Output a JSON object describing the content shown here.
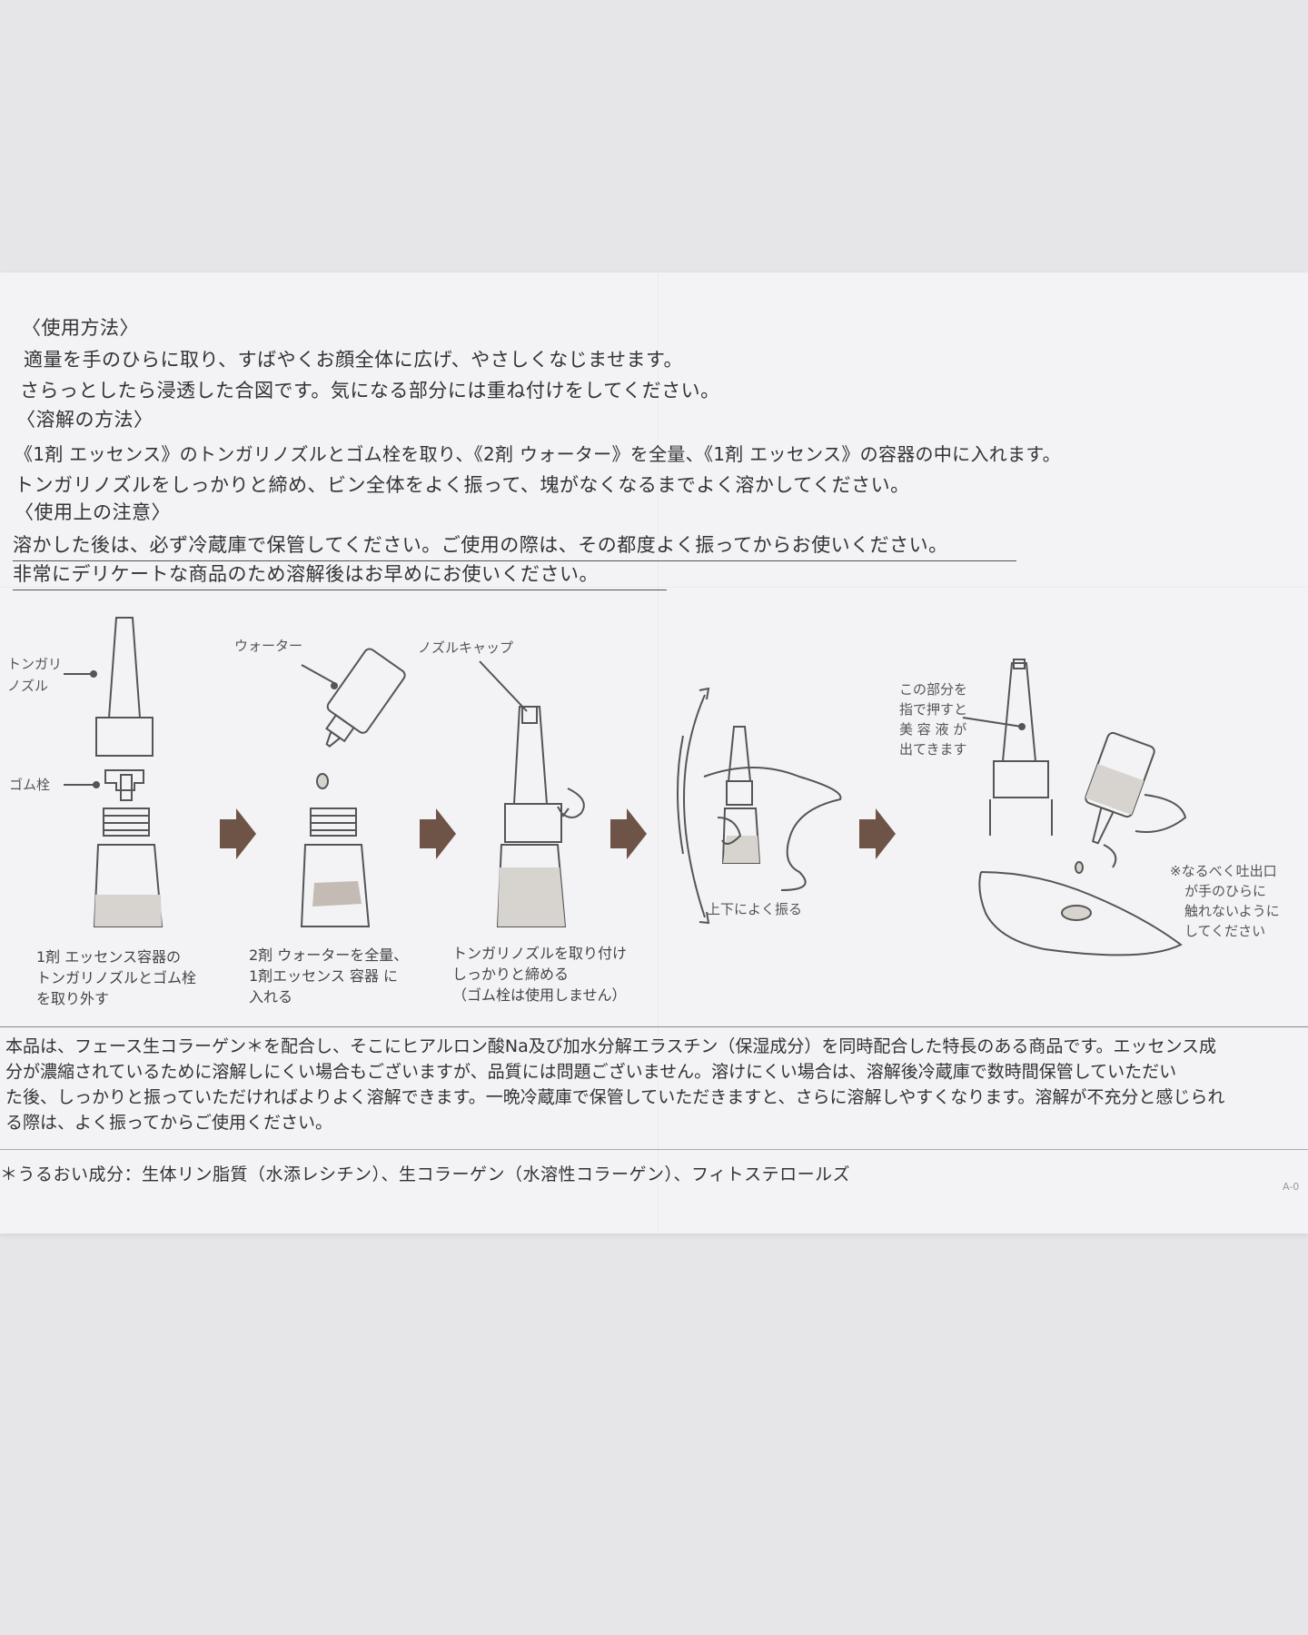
{
  "usage": {
    "heading": "〈使用方法〉",
    "line1": "適量を手のひらに取り、すばやくお顔全体に広げ、やさしくなじませます。",
    "line2": "さらっとしたら浸透した合図です。気になる部分には重ね付けをしてください。"
  },
  "dissolve": {
    "heading": "〈溶解の方法〉",
    "line1": "《1剤 エッセンス》のトンガリノズルとゴム栓を取り、《2剤 ウォーター》を全量、《1剤 エッセンス》の容器の中に入れます。",
    "line2": "トンガリノズルをしっかりと締め、ビン全体をよく振って、塊がなくなるまでよく溶かしてください。"
  },
  "caution": {
    "heading": "〈使用上の注意〉",
    "line1": "溶かした後は、必ず冷蔵庫で保管してください。ご使用の際は、その都度よく振ってからお使いください。",
    "line2": "非常にデリケートな商品のため溶解後はお早めにお使いください。"
  },
  "illustration": {
    "label_nozzle_1": "トンガリ",
    "label_nozzle_2": "ノズル",
    "label_rubber": "ゴム栓",
    "label_water": "ウォーター",
    "label_cap": "ノズルキャップ",
    "label_shake": "上下によく振る",
    "press_1": "この部分を",
    "press_2": "指で押すと",
    "press_3": "美 容 液 が",
    "press_4": "出てきます",
    "note_1": "※なるべく吐出口",
    "note_2": "が手のひらに",
    "note_3": "触れないように",
    "note_4": "してください"
  },
  "steps": [
    {
      "l1": "1剤 エッセンス容器の",
      "l2": "トンガリノズルとゴム栓",
      "l3": "を取り外す"
    },
    {
      "l1": "2剤 ウォーターを全量、",
      "l2": "1剤エッセンス 容器 に",
      "l3": "入れる"
    },
    {
      "l1": "トンガリノズルを取り付け",
      "l2": "しっかりと締める",
      "l3": "（ゴム栓は使用しません）"
    }
  ],
  "description": {
    "line1": "本品は、フェース生コラーゲン＊を配合し、そこにヒアルロン酸Na及び加水分解エラスチン（保湿成分）を同時配合した特長のある商品です。エッセンス成",
    "line2": "分が濃縮されているために溶解しにくい場合もございますが、品質には問題ございません。溶けにくい場合は、溶解後冷蔵庫で数時間保管していただい",
    "line3": "た後、しっかりと振っていただければよりよく溶解できます。一晩冷蔵庫で保管していただきますと、さらに溶解しやすくなります。溶解が不充分と感じられ",
    "line4": "る際は、よく振ってからご使用ください。"
  },
  "footnote": "＊うるおい成分：生体リン脂質（水添レシチン）、生コラーゲン（水溶性コラーゲン）、フィトステロールズ",
  "code": "A-0",
  "colors": {
    "paper": "#f3f2f5",
    "table": "#e6e5e8",
    "accent": "#6e5446",
    "liquid": "#d7d3cf"
  }
}
